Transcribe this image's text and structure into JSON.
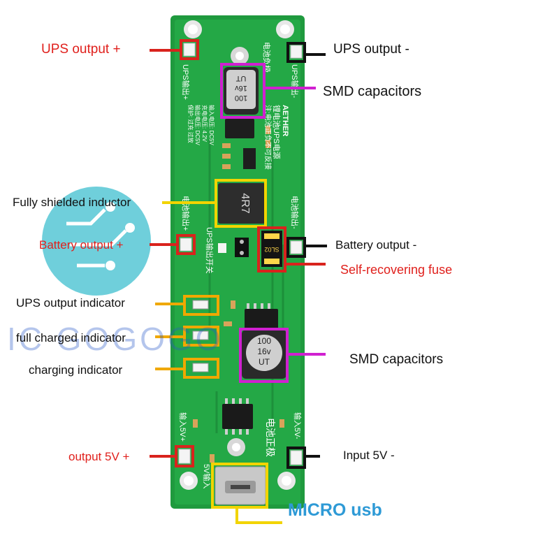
{
  "labels": {
    "ups_out_plus": "UPS output +",
    "ups_out_minus": "UPS output -",
    "smd_caps_top": "SMD capacitors",
    "inductor": "Fully shielded inductor",
    "batt_out_plus": "Battery output +",
    "batt_out_minus": "Battery output -",
    "fuse": "Self-recovering fuse",
    "ups_indicator": "UPS output indicator",
    "full_indicator": "full charged indicator",
    "charging_indicator": "charging indicator",
    "smd_caps_bottom": "SMD capacitors",
    "out5v_plus": "output 5V +",
    "in5v_minus": "Input 5V -",
    "micro_usb": "MICRO usb"
  },
  "watermark": {
    "left": "IC ",
    "right": "GOGOGO"
  },
  "board": {
    "cap_top_text": [
      "100",
      "16v",
      "UT"
    ],
    "cap_bottom_text": [
      "100",
      "16v",
      "UT"
    ],
    "inductor_text": "4R7",
    "fuse_text": "SL02",
    "silk_top": "电池负极",
    "silk_ups": "UPS输出+",
    "silk_ups_minus": "UPS输出-",
    "brand": "AETHER",
    "silk_title": "锂电池UPS电源",
    "silk_note": "注:电池正负不可反接",
    "spec_lines": [
      "输入电压: DC5V",
      "充电电压: 4.2V",
      "输出电压: DC5V",
      "保护: 过充 过放"
    ],
    "silk_batt_out": "电池输出+",
    "silk_batt_out_minus": "电池输出-",
    "silk_switch": "UPS输出开关",
    "silk_in_plus": "输入5V+",
    "silk_in_minus": "输入5V-",
    "silk_batt_pos": "电池正极",
    "silk_5v": "5V输入"
  },
  "colors": {
    "red_marker": "#d9231d",
    "black_marker": "#111111",
    "magenta_box": "#d020d0",
    "yellow_box": "#f2d400",
    "orange_box": "#f0a800",
    "pcb_green": "#1f9a3e"
  }
}
